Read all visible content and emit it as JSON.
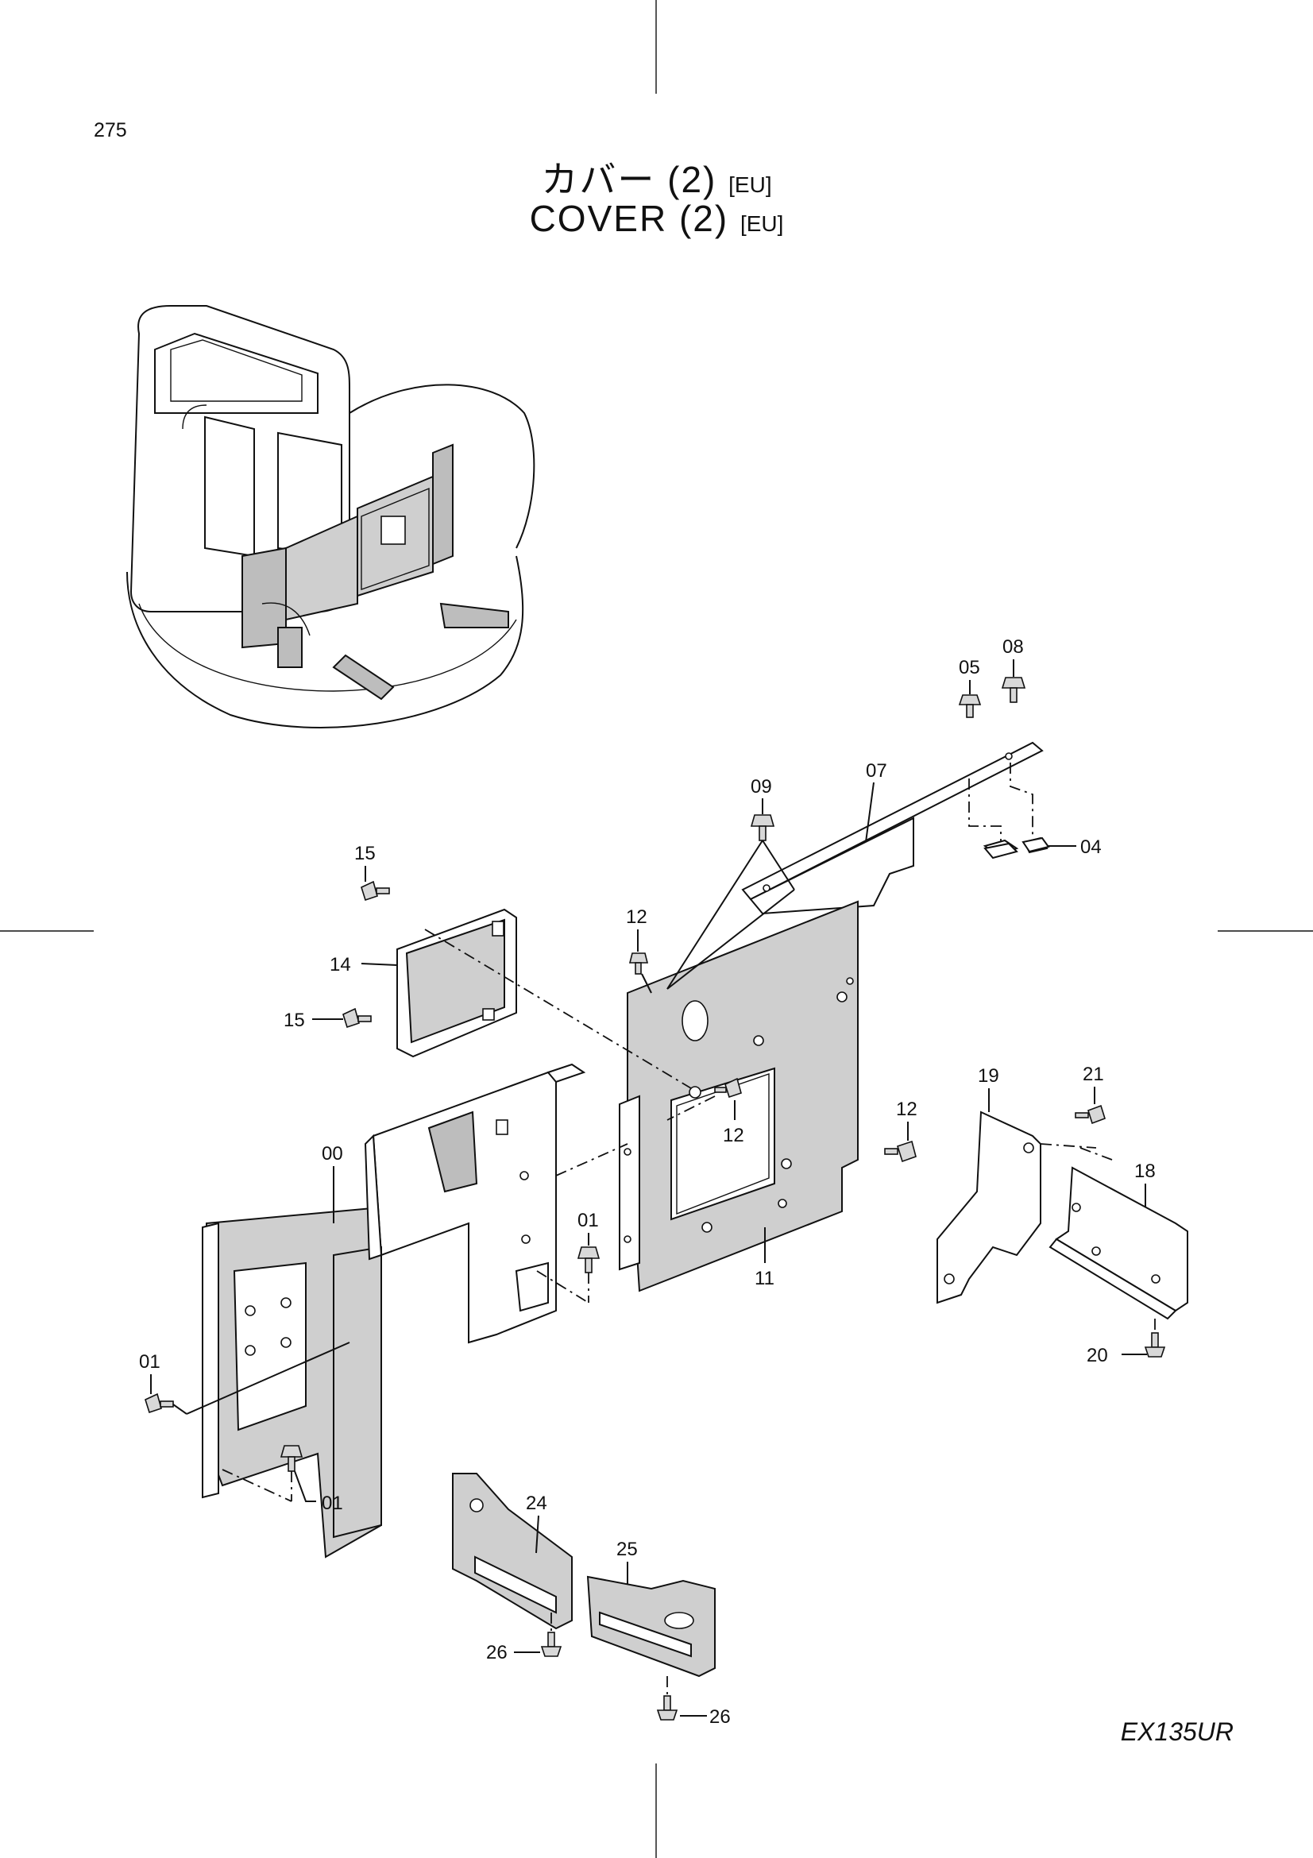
{
  "page": {
    "number": "275",
    "model": "EX135UR"
  },
  "title": {
    "jp": "カバー  (2)",
    "en": "COVER  (2)",
    "region": "[EU]"
  },
  "callouts": [
    {
      "id": "c08",
      "label": "08"
    },
    {
      "id": "c05",
      "label": "05"
    },
    {
      "id": "c09",
      "label": "09"
    },
    {
      "id": "c07",
      "label": "07"
    },
    {
      "id": "c04",
      "label": "04"
    },
    {
      "id": "c15a",
      "label": "15"
    },
    {
      "id": "c14",
      "label": "14"
    },
    {
      "id": "c15b",
      "label": "15"
    },
    {
      "id": "c12a",
      "label": "12"
    },
    {
      "id": "c12b",
      "label": "12"
    },
    {
      "id": "c12c",
      "label": "12"
    },
    {
      "id": "c19",
      "label": "19"
    },
    {
      "id": "c21",
      "label": "21"
    },
    {
      "id": "c18",
      "label": "18"
    },
    {
      "id": "c00",
      "label": "00"
    },
    {
      "id": "c01a",
      "label": "01"
    },
    {
      "id": "c11",
      "label": "11"
    },
    {
      "id": "c20",
      "label": "20"
    },
    {
      "id": "c01b",
      "label": "01"
    },
    {
      "id": "c01c",
      "label": "01"
    },
    {
      "id": "c24",
      "label": "24"
    },
    {
      "id": "c25",
      "label": "25"
    },
    {
      "id": "c26a",
      "label": "26"
    },
    {
      "id": "c26b",
      "label": "26"
    }
  ]
}
